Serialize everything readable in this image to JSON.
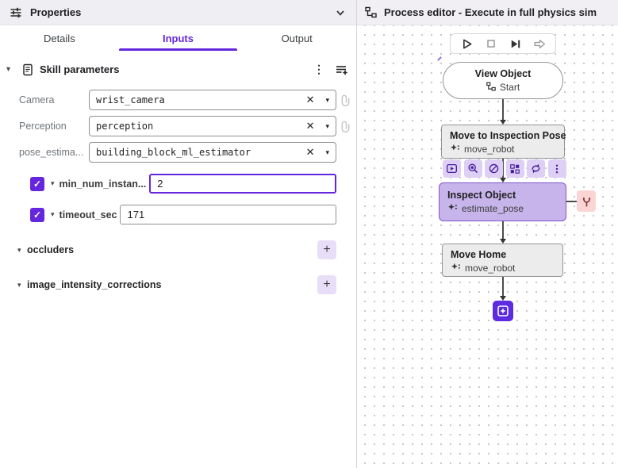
{
  "icons": {
    "check": "✓",
    "close": "✕",
    "caret": "▾",
    "kebab": "⋮",
    "plus": "+"
  },
  "colors": {
    "accent": "#6527dd",
    "selected_node_bg": "#c7b4ea",
    "selected_node_border": "#7d57c8",
    "node_gray_bg": "#ececec",
    "pink_button_bg": "#fbd5d3",
    "light_purple_button_bg": "#e8def8",
    "add_node_button_bg": "#5d2ce0"
  },
  "left_panel": {
    "header": {
      "title": "Properties"
    },
    "tabs": [
      {
        "label": "Details",
        "active": false
      },
      {
        "label": "Inputs",
        "active": true
      },
      {
        "label": "Output",
        "active": false
      }
    ],
    "section": {
      "title": "Skill parameters"
    },
    "fields": [
      {
        "label": "Camera",
        "value": "wrist_camera",
        "type": "combo",
        "linked": true
      },
      {
        "label": "Perception",
        "value": "perception",
        "type": "combo",
        "linked": true
      },
      {
        "label": "pose_estima...",
        "value": "building_block_ml_estimator",
        "type": "combo",
        "linked": false
      },
      {
        "label": "min_num_instan...",
        "value": "2",
        "type": "checkbox-input",
        "checked": true,
        "focused": true
      },
      {
        "label": "timeout_sec",
        "value": "171",
        "type": "checkbox-input",
        "checked": true,
        "focused": false
      }
    ],
    "lists": [
      {
        "label": "occluders"
      },
      {
        "label": "image_intensity_corrections"
      }
    ]
  },
  "right_panel": {
    "header": {
      "title": "Process editor - Execute in full physics sim"
    },
    "nodes": {
      "start": {
        "title": "View Object",
        "subtitle": "Start"
      },
      "move1": {
        "title": "Move to Inspection Pose",
        "subtitle": "move_robot"
      },
      "inspect": {
        "title": "Inspect Object",
        "subtitle": "estimate_pose",
        "selected": true
      },
      "home": {
        "title": "Move Home",
        "subtitle": "move_robot"
      }
    }
  }
}
